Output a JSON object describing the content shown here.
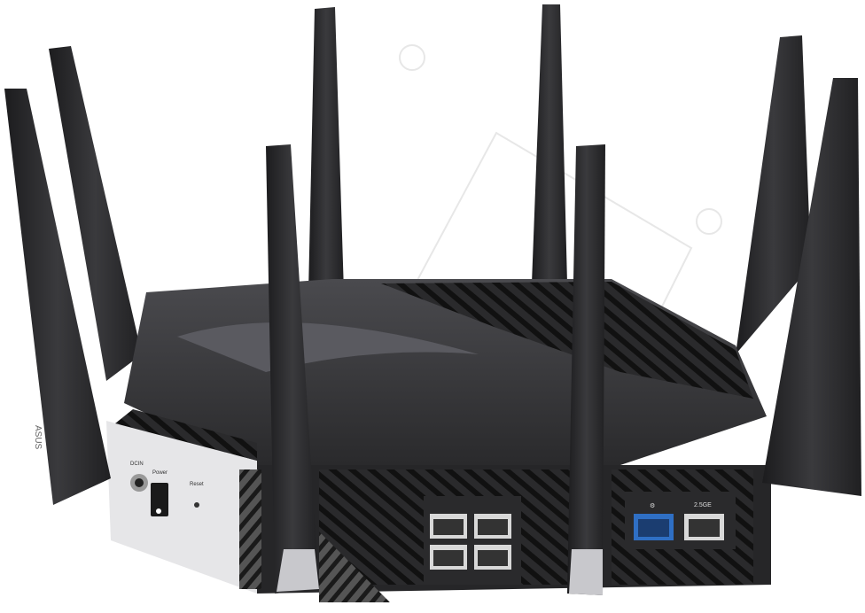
{
  "product": {
    "brand": "ASUS",
    "labels": {
      "dc_in": "DCIN",
      "power": "Power",
      "reset": "Reset",
      "wan_port": "2.5GE"
    }
  },
  "colors": {
    "body": "#2b2b2d",
    "panel": "#e6e6e8",
    "wan_blue": "#2f6fc4",
    "background": "#ffffff"
  }
}
